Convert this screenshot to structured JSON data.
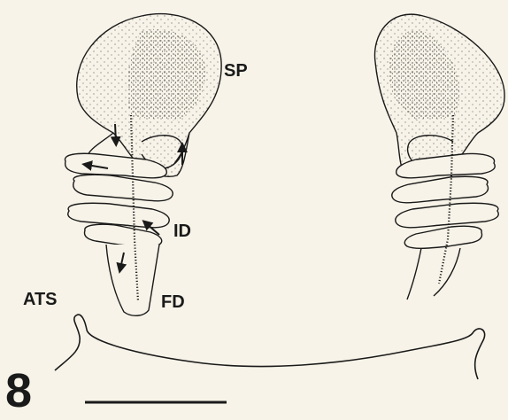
{
  "figure": {
    "number": "8",
    "labels": {
      "sp": "SP",
      "id": "ID",
      "fd": "FD",
      "ats": "ATS"
    }
  },
  "colors": {
    "background": "#f7f3e8",
    "ink": "#1a1a1a"
  }
}
